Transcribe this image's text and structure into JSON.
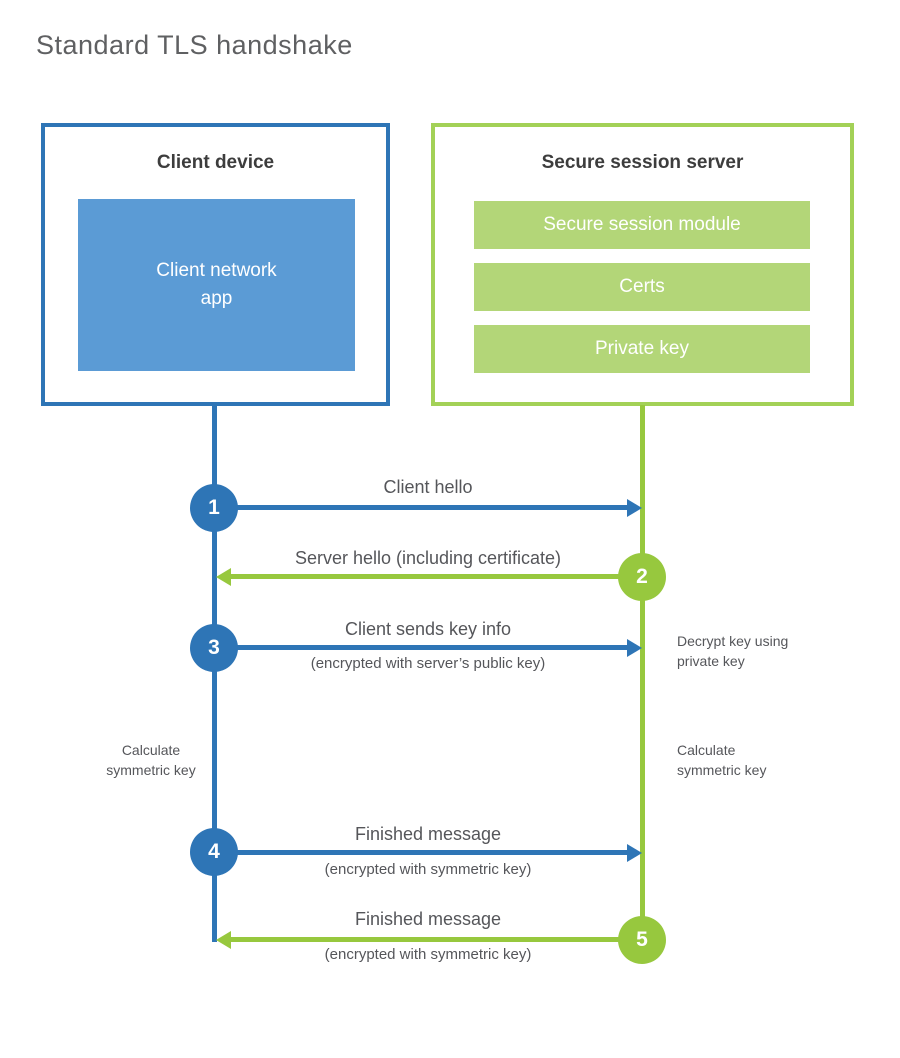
{
  "title": "Standard TLS handshake",
  "colors": {
    "blue_accent": "#2e75b6",
    "blue_fill": "#5b9bd5",
    "green_accent": "#97c83e",
    "green_border": "#a3d157",
    "green_fill": "#b3d678",
    "heading_text": "#3d3d3d",
    "label_text": "#55565a",
    "title_text": "#5f6062"
  },
  "client": {
    "title": "Client device",
    "app_label": "Client network\napp"
  },
  "server": {
    "title": "Secure session server",
    "modules": [
      "Secure session module",
      "Certs",
      "Private key"
    ]
  },
  "messages": [
    {
      "num": "1",
      "label": "Client hello",
      "sub": "",
      "direction": "right",
      "from": "client",
      "to": "server"
    },
    {
      "num": "2",
      "label": "Server hello (including certificate)",
      "sub": "",
      "direction": "left",
      "from": "server",
      "to": "client"
    },
    {
      "num": "3",
      "label": "Client sends key info",
      "sub": "(encrypted with server’s public key)",
      "direction": "right",
      "from": "client",
      "to": "server"
    },
    {
      "num": "4",
      "label": "Finished message",
      "sub": "(encrypted with symmetric key)",
      "direction": "right",
      "from": "client",
      "to": "server"
    },
    {
      "num": "5",
      "label": "Finished message",
      "sub": "(encrypted with symmetric key)",
      "direction": "left",
      "from": "server",
      "to": "client"
    }
  ],
  "side_notes": [
    {
      "text": "Decrypt key using\nprivate key",
      "side": "right-of-server"
    },
    {
      "text": "Calculate\nsymmetric key",
      "side": "left-of-client"
    },
    {
      "text": "Calculate\nsymmetric key",
      "side": "right-of-server"
    }
  ]
}
